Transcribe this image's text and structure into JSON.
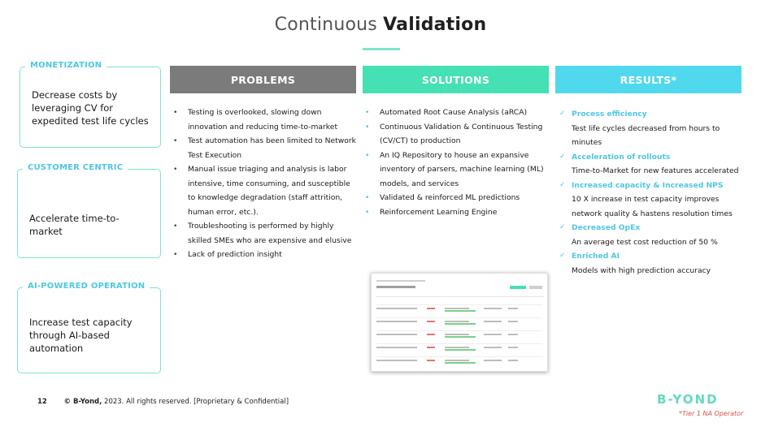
{
  "title": {
    "regular": "Continuous",
    "bold": "Validation"
  },
  "callouts": [
    {
      "tag": "MONETIZATION",
      "body": "Decrease costs by leveraging CV for expedited test life cycles"
    },
    {
      "tag": "CUSTOMER CENTRIC",
      "body": "Accelerate time-to-market"
    },
    {
      "tag": "AI-POWERED OPERATION",
      "body": "Increase test capacity through AI-based automation"
    }
  ],
  "columns": {
    "problems": {
      "header": "PROBLEMS",
      "items": [
        "Testing is overlooked, slowing down innovation and reducing time-to-market",
        "Test automation has been limited  to Network Test Execution",
        "Manual issue triaging and analysis is labor intensive, time consuming, and susceptible to knowledge degradation (staff attrition, human error, etc.).",
        "Troubleshooting is performed by highly skilled SMEs who are expensive and elusive",
        "Lack of prediction insight"
      ]
    },
    "solutions": {
      "header": "SOLUTIONS",
      "items": [
        "Automated Root Cause Analysis (aRCA)",
        "Continuous Validation & Continuous Testing (CV/CT) to production",
        "An IQ Repository to house an expansive inventory of parsers, machine learning (ML) models, and services",
        "Validated & reinforced ML predictions",
        "Reinforcement Learning Engine"
      ]
    },
    "results": {
      "header": "RESULTS*",
      "items": [
        {
          "heading": "Process efficiency",
          "detail": "Test life cycles decreased from hours to minutes"
        },
        {
          "heading": "Acceleration of rollouts",
          "detail": "Time-to-Market for new features accelerated"
        },
        {
          "heading": "Increased capacity & Increased NPS",
          "detail": "10 X increase in test capacity improves network quality & hastens resolution times"
        },
        {
          "heading": "Decreased OpEx",
          "detail": "An average test cost reduction of 50 %"
        },
        {
          "heading": "Enriched AI",
          "detail": "Models with high prediction accuracy"
        }
      ]
    }
  },
  "colors": {
    "problems": "#7b7b7b",
    "solutions": "#45e0b4",
    "results": "#50d8ee",
    "accent": "#4fc6e6"
  },
  "footer": {
    "page": "12",
    "copyright_brand": "© B-Yond,",
    "copyright_text": "2023. All rights reserved. [Proprietary & Confidential]"
  },
  "logo": "B-YOND",
  "note": "*Tier 1 NA Operator"
}
